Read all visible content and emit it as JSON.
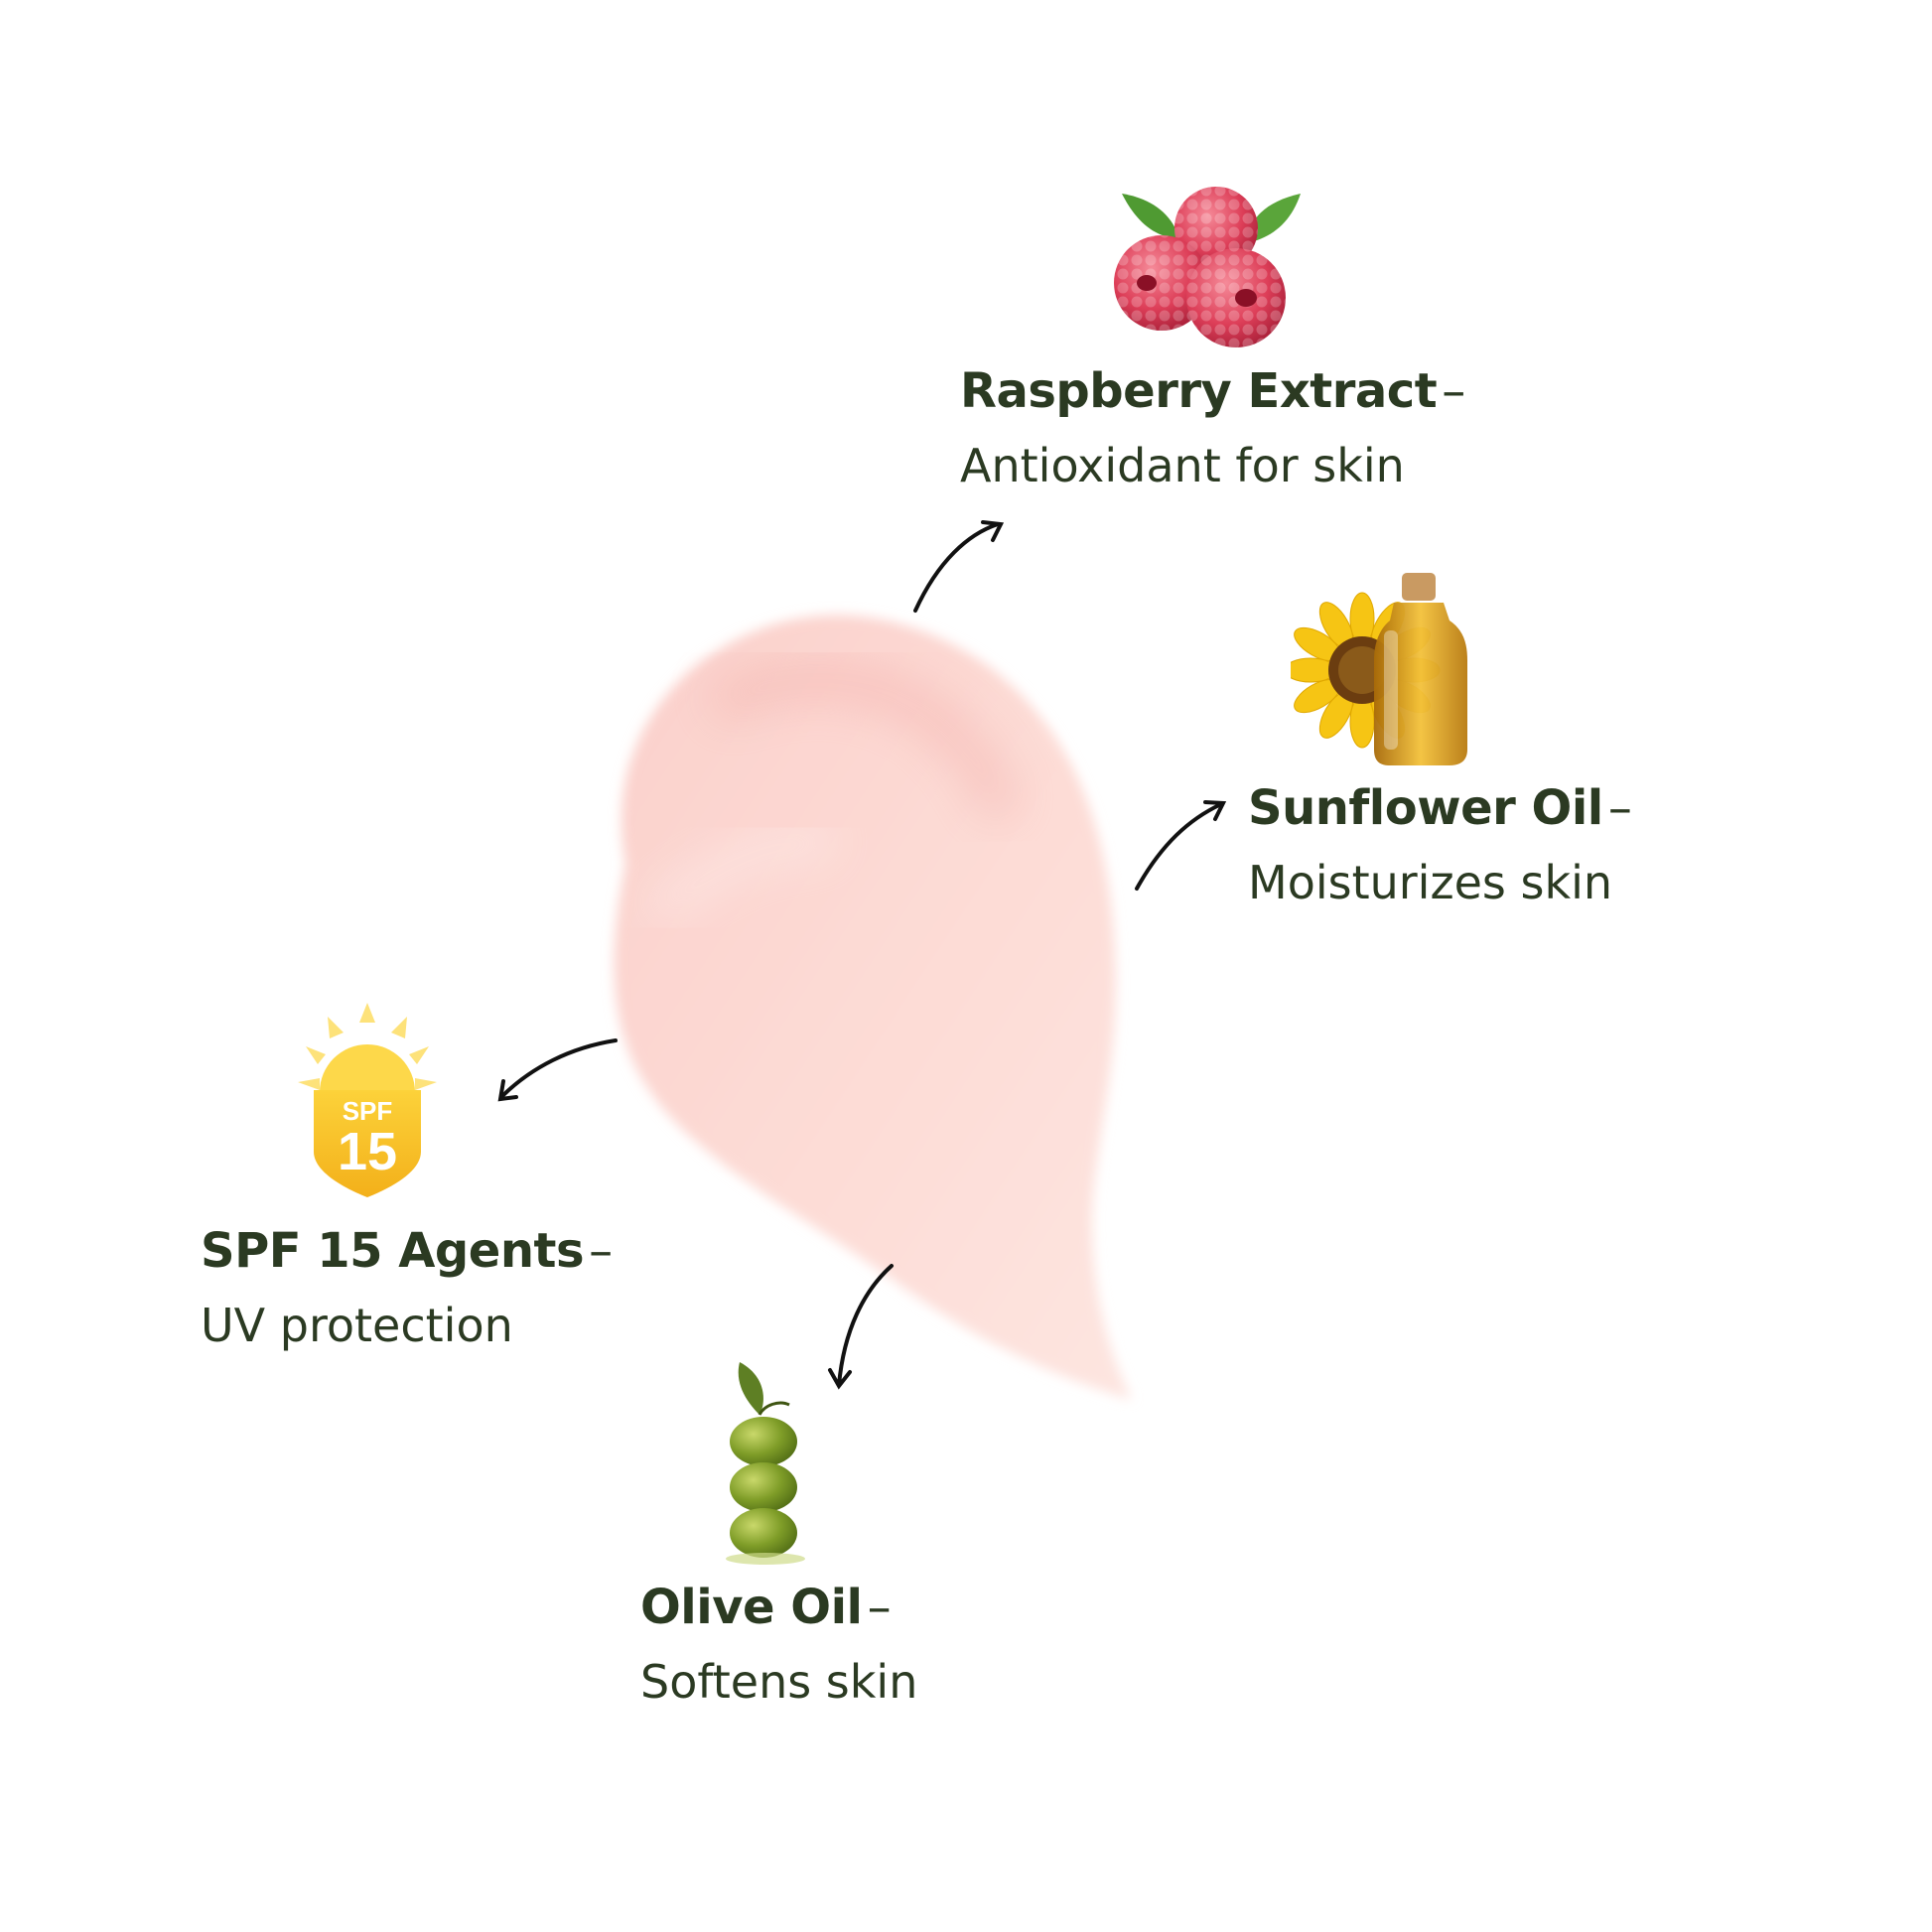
{
  "palette": {
    "text": "#2b3a22",
    "swatch": "#fbd3cd",
    "swatch_shadow": "#f3b0ab",
    "arrow": "#111111",
    "raspberry": "#d9344f",
    "leaf": "#5aa53a",
    "sun_yellow": "#f8c51d",
    "olive": "#7a9a2a"
  },
  "ingredients": [
    {
      "name": "Raspberry Extract",
      "separator": "–",
      "benefit": "Antioxidant for skin",
      "icon": "raspberry-icon"
    },
    {
      "name": "Sunflower Oil",
      "separator": "–",
      "benefit": "Moisturizes skin",
      "icon": "sunflower-oil-icon"
    },
    {
      "name": "SPF 15 Agents",
      "separator": "–",
      "benefit": "UV protection",
      "icon": "spf-badge-icon"
    },
    {
      "name": "Olive Oil",
      "separator": "–",
      "benefit": "Softens skin",
      "icon": "olive-icon"
    }
  ],
  "spf_badge": {
    "top": "SPF",
    "number": "15"
  }
}
